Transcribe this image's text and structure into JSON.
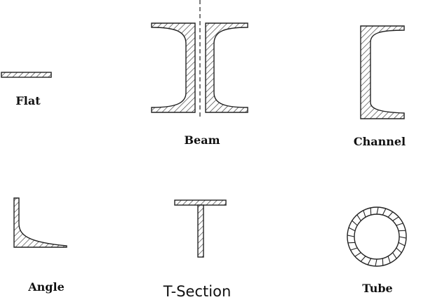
{
  "shapes": [
    {
      "id": "flat",
      "label": "Flat"
    },
    {
      "id": "beam",
      "label": "Beam"
    },
    {
      "id": "channel",
      "label": "Channel"
    },
    {
      "id": "angle",
      "label": "Angle"
    },
    {
      "id": "t-section",
      "label": "T-Section"
    },
    {
      "id": "tube",
      "label": "Tube"
    }
  ],
  "colors": {
    "stroke": "#222222",
    "background": "#ffffff"
  }
}
